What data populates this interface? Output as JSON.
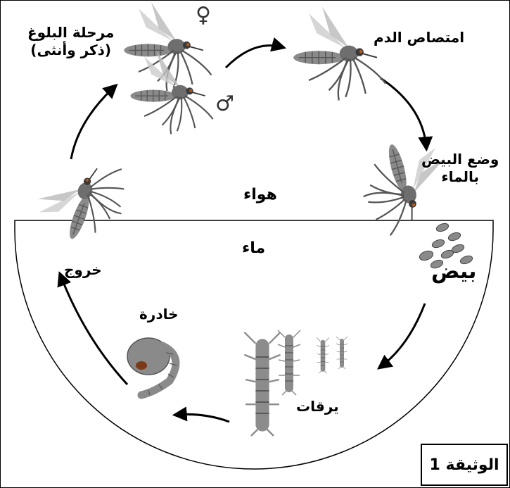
{
  "labels": {
    "adult_stage_line1": "مرحلة البلوغ",
    "adult_stage_line2": "(ذكر وأنثى)",
    "female_symbol": "♀",
    "male_symbol": "♂",
    "blood_sucking": "امتصاص الدم",
    "egg_laying_line1": "وضع البيض",
    "egg_laying_line2": "بالماء",
    "air": "هواء",
    "water": "ماء",
    "eggs": "بيض",
    "emergence": "خروج",
    "pupa": "خادرة",
    "larvae": "يرقات",
    "document": "الوثيقة 1"
  },
  "colors": {
    "outline": "#000000",
    "mosquito_body": "#6e6e6e",
    "mosquito_leg": "#555555",
    "wing": "#c8c8c8",
    "egg": "#8a8a8a",
    "pupa_spot": "#7a3a1a",
    "larva": "#8c8c8c"
  }
}
